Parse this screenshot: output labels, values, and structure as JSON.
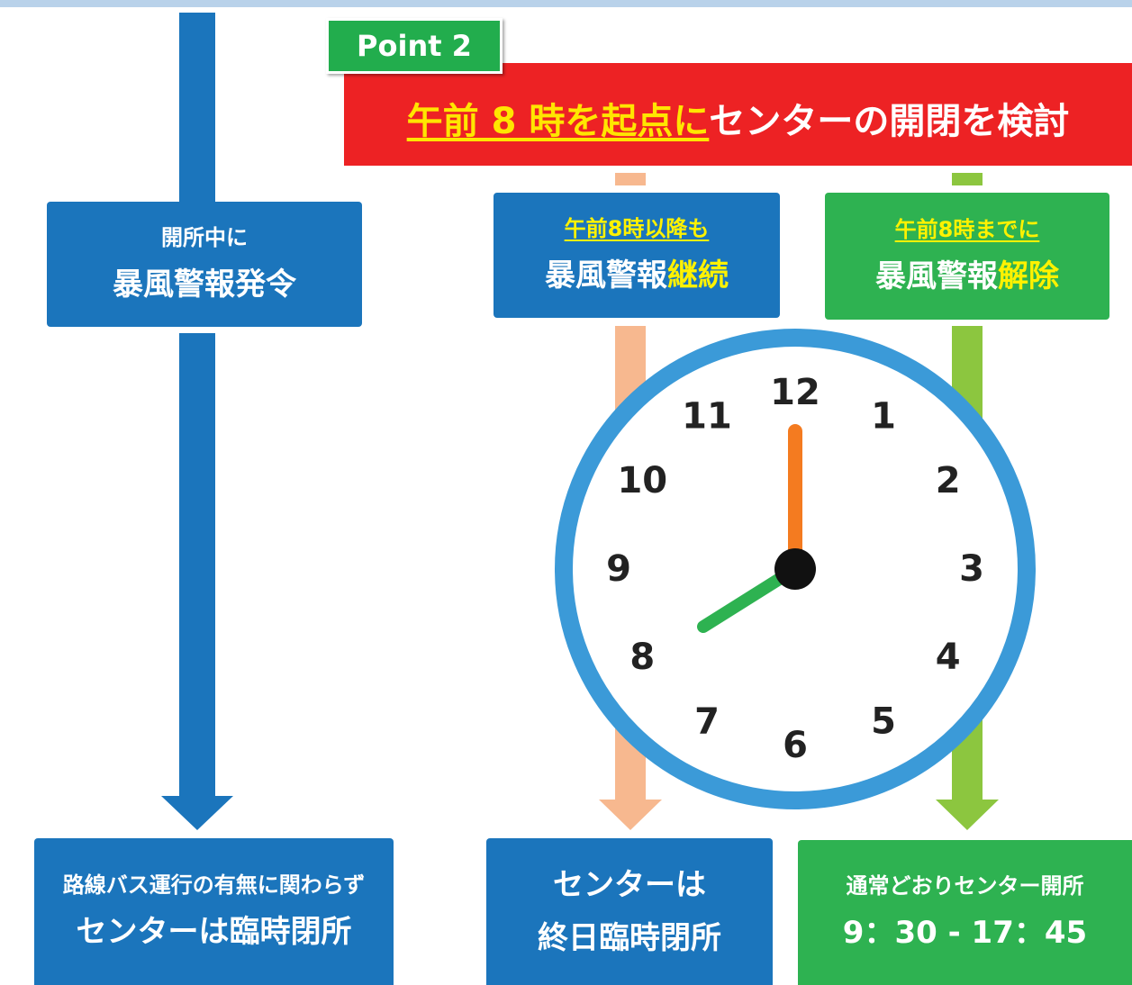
{
  "point": {
    "label": "Point 2"
  },
  "banner": {
    "highlight": "午前 8 時を起点に",
    "rest": "センターの開閉を検討"
  },
  "left_warning": {
    "line1": "開所中に",
    "line2": "暴風警報発令"
  },
  "left_result": {
    "line1": "路線バス運行の有無に関わらず",
    "line2": "センターは臨時閉所"
  },
  "continue_box": {
    "line1": "午前8時以降も",
    "line2_main": "暴風警報",
    "line2_hl": "継続"
  },
  "lift_box": {
    "line1": "午前8時までに",
    "line2_main": "暴風警報",
    "line2_hl": "解除"
  },
  "mid_result": {
    "line1": "センターは",
    "line2": "終日臨時閉所"
  },
  "right_result": {
    "line1": "通常どおりセンター開所",
    "line2": "9：30 - 17：45"
  },
  "clock": {
    "numbers": [
      "12",
      "1",
      "2",
      "3",
      "4",
      "5",
      "6",
      "7",
      "8",
      "9",
      "10",
      "11"
    ],
    "time_shown": "8:00"
  },
  "colors": {
    "blue": "#1b75bc",
    "green": "#2eb251",
    "red": "#ed2224",
    "peach_arrow": "#f7b88f",
    "light_green_arrow": "#8cc63f",
    "highlight_yellow": "#fff200"
  }
}
